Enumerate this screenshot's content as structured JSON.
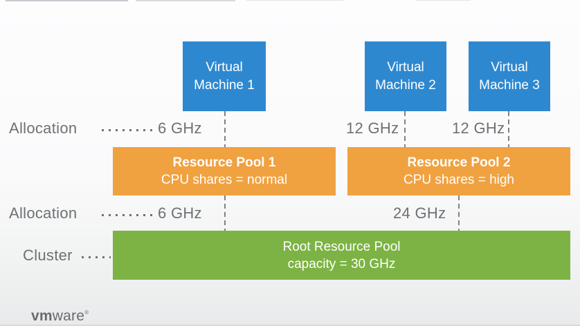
{
  "colors": {
    "vm_blue": "#2E88D0",
    "pool_orange": "#F0A140",
    "cluster_green": "#7CB344",
    "label_gray": "#6D7174",
    "dash_gray": "#7E8184"
  },
  "vms": [
    {
      "line1": "Virtual",
      "line2": "Machine 1"
    },
    {
      "line1": "Virtual",
      "line2": "Machine 2"
    },
    {
      "line1": "Virtual",
      "line2": "Machine 3"
    }
  ],
  "allocation_row_1": {
    "label": "Allocation",
    "vm1_value": "6 GHz",
    "vm2_value": "12 GHz",
    "vm3_value": "12 GHz"
  },
  "resource_pools": [
    {
      "title": "Resource Pool 1",
      "subtitle": "CPU shares = normal"
    },
    {
      "title": "Resource Pool 2",
      "subtitle": "CPU shares = high"
    }
  ],
  "allocation_row_2": {
    "label": "Allocation",
    "pool1_value": "6 GHz",
    "pool2_value": "24 GHz"
  },
  "cluster_row": {
    "label": "Cluster"
  },
  "root_pool": {
    "title": "Root Resource Pool",
    "subtitle": "capacity = 30 GHz"
  },
  "footer": {
    "logo_bold": "vm",
    "logo_regular": "ware",
    "logo_mark": "®"
  }
}
